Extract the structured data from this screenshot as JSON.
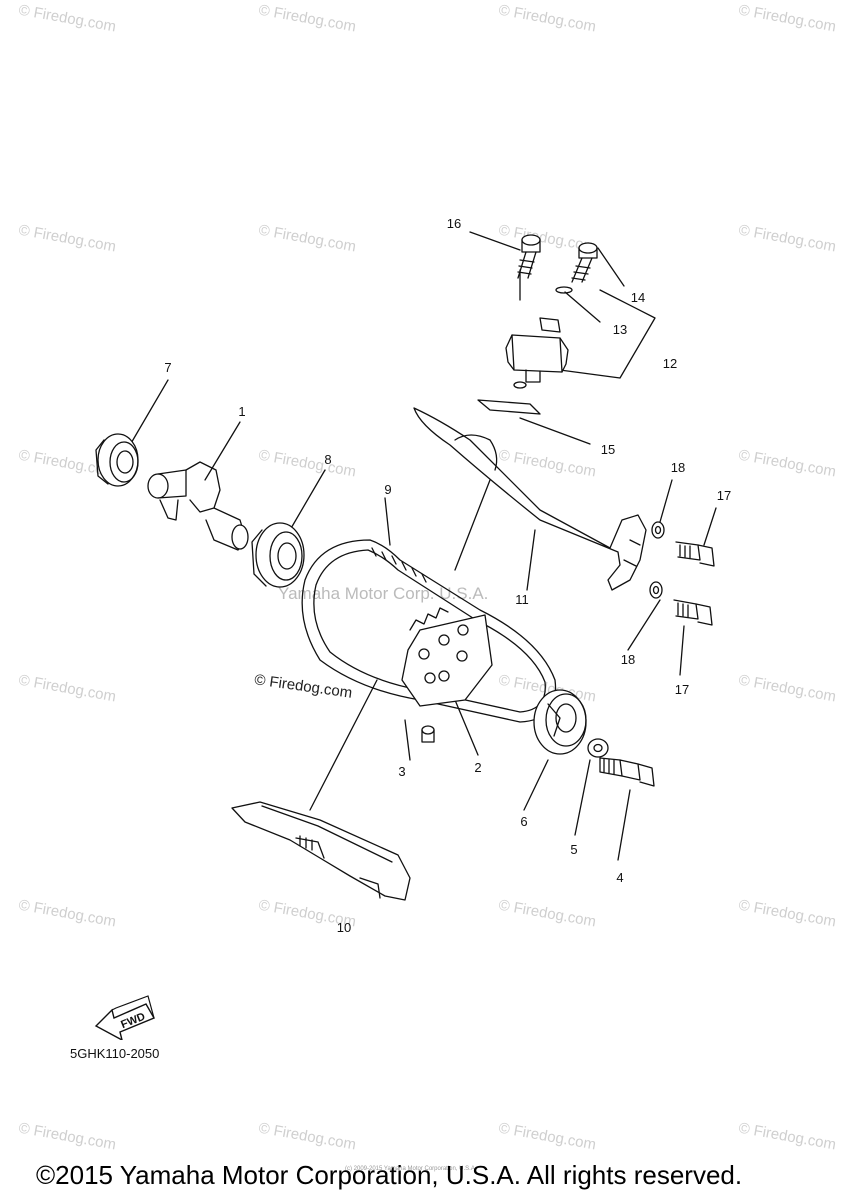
{
  "watermark": {
    "text": "© Firedog.com"
  },
  "center_watermark": "Yamaha Motor Corp. U.S.A.",
  "dark_watermark": "© Firedog.com",
  "callouts": [
    "16",
    "14",
    "13",
    "12",
    "7",
    "1",
    "15",
    "8",
    "9",
    "18",
    "17",
    "11",
    "18",
    "17",
    "3",
    "2",
    "6",
    "5",
    "4",
    "10"
  ],
  "fwd_label": "FWD",
  "drawing_code": "5GHK110-2050",
  "copyright": "©2015 Yamaha Motor Corporation, U.S.A. All rights reserved.",
  "tiny_copyright": "(c) 2009-2015 Yamaha Motor Corporation, U.S.A."
}
